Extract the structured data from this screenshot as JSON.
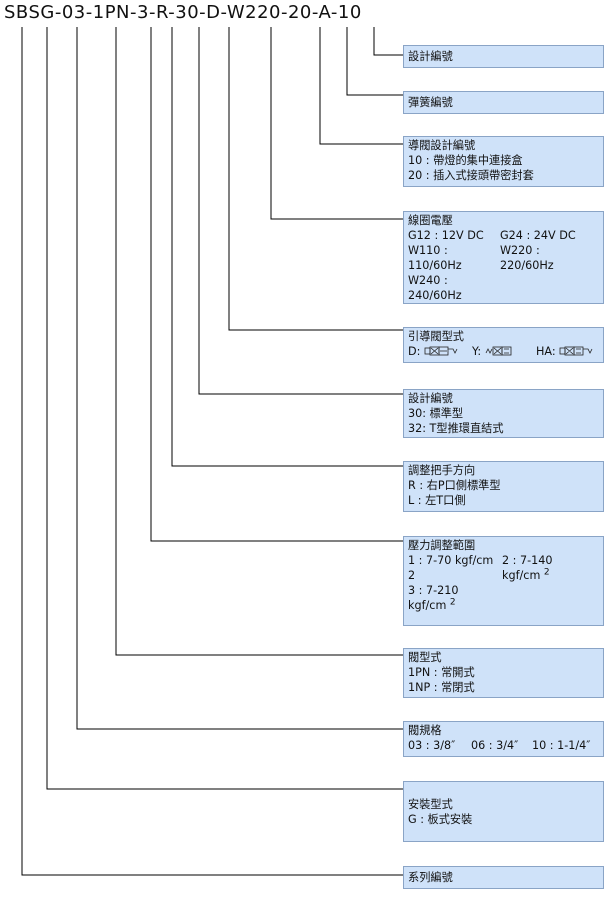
{
  "code": {
    "segments": [
      "SBSG",
      "03",
      "1PN",
      "3",
      "R",
      "30",
      "D",
      "W220",
      "20",
      "A",
      "10"
    ],
    "separator": "-"
  },
  "boxes": {
    "design_no": {
      "title": "設計編號"
    },
    "spring_no": {
      "title": "彈簧編號"
    },
    "pilot_design_no": {
      "title": "導閥設計編號",
      "lines": [
        "10 : 帶燈的集中連接盒",
        "20 : 插入式接頭帶密封套"
      ]
    },
    "coil_voltage": {
      "title": "線圈電壓",
      "g12": "G12 : 12V DC",
      "g24": "G24 : 24V DC",
      "w110_code": "W110 :",
      "w110_val": "110/60Hz",
      "w220_code": "W220 :",
      "w220_val": "220/60Hz",
      "w240_code": "W240 :",
      "w240_val": "240/60Hz"
    },
    "pilot_valve_type": {
      "title": "引導閥型式",
      "d": "D:",
      "y": "Y:",
      "ha": "HA:"
    },
    "design_no_2": {
      "title": "設計編號",
      "lines": [
        "30: 標準型",
        "32: T型推環直結式"
      ]
    },
    "handle_direction": {
      "title": "調整把手方向",
      "lines": [
        "R : 右P口側標準型",
        "L : 左T口側"
      ]
    },
    "pressure_range": {
      "title": "壓力調整範圍",
      "r1": "1 : 7-70 kgf/cm",
      "r1_sup": "2",
      "r2a": "2 : 7-140",
      "r2b": "kgf/cm",
      "r2_sup": "2",
      "r3a": "3 : 7-210",
      "r3b": "kgf/cm",
      "r3_sup": "2"
    },
    "valve_type": {
      "title": "閥型式",
      "lines": [
        "1PN : 常開式",
        "1NP : 常閉式"
      ]
    },
    "valve_size": {
      "title": "閥規格",
      "s1": "03 : 3/8″",
      "s2": "06 : 3/4″",
      "s3": "10 : 1-1/4″"
    },
    "mount_type": {
      "title": "安裝型式",
      "lines": [
        "G : 板式安裝"
      ]
    },
    "series_no": {
      "title": "系列編號"
    }
  },
  "colors": {
    "box_fill": "#cfe2f9",
    "box_border": "#8aa4c6",
    "wire": "#000000"
  }
}
